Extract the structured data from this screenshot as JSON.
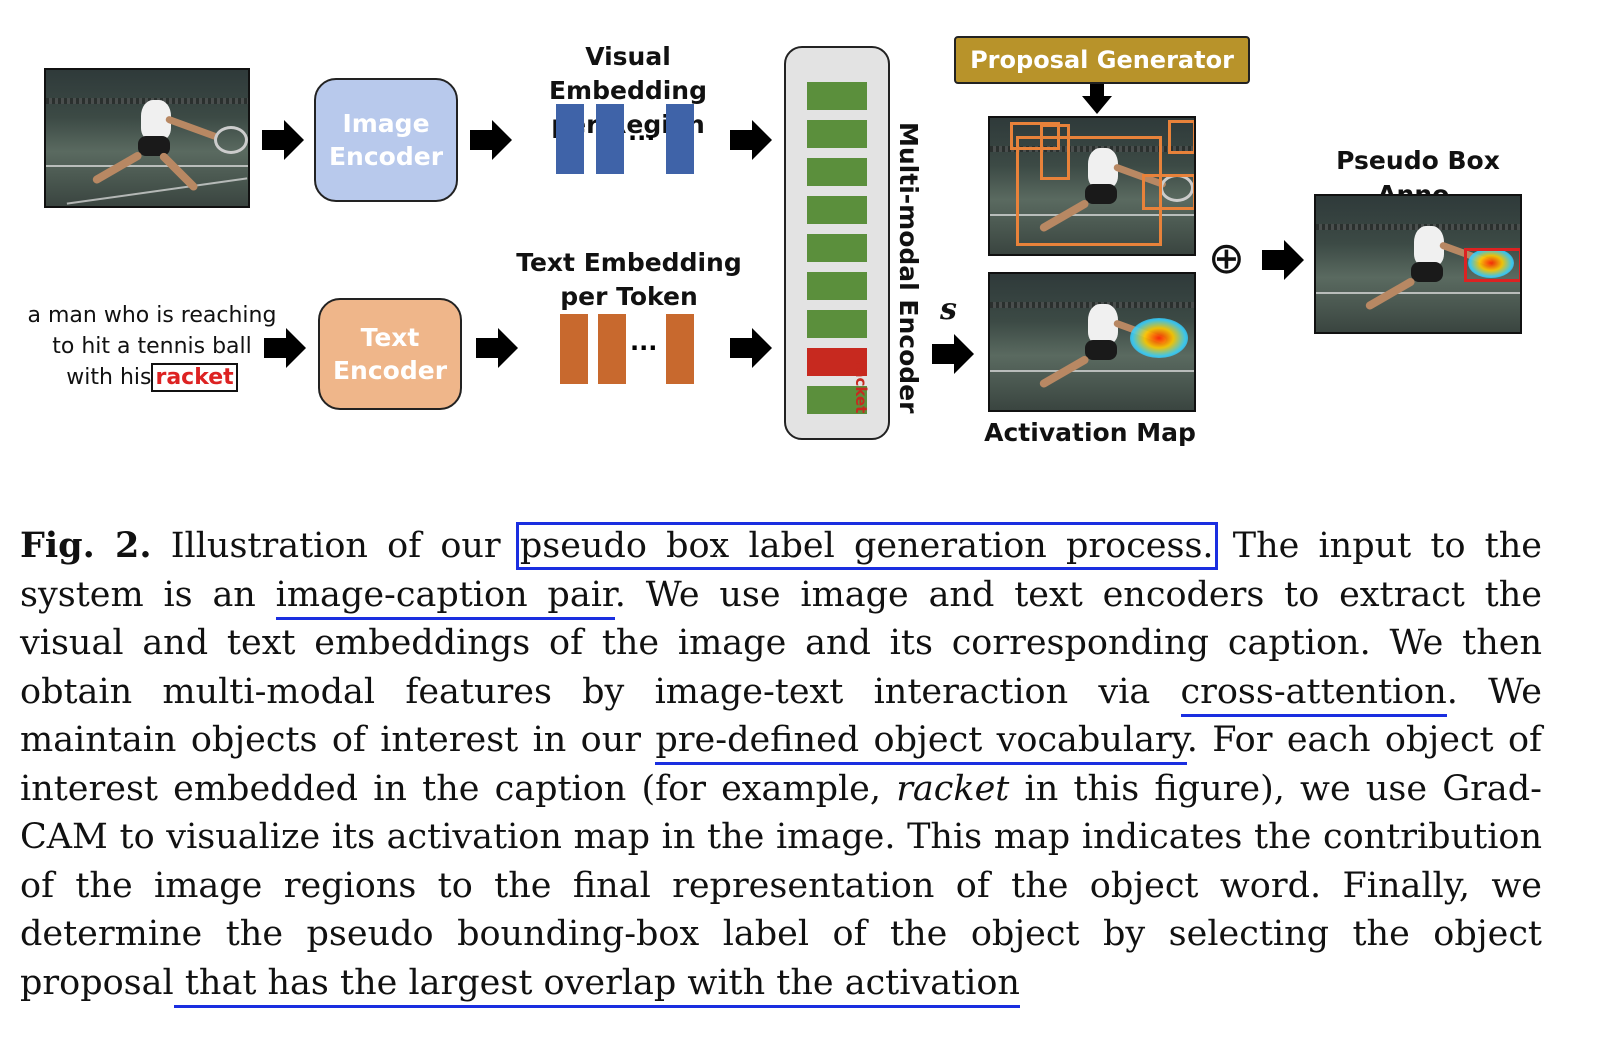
{
  "diagram": {
    "image_encoder": "Image\nEncoder",
    "text_encoder": "Text\nEncoder",
    "visual_embedding_label": "Visual Embedding\nper Region",
    "text_embedding_label": "Text Embedding\nper Token",
    "ellipsis": "...",
    "multimodal_encoder": "Multi-modal Encoder",
    "racket_vertical": "racket",
    "proposal_generator": "Proposal Generator",
    "s_symbol": "s",
    "activation_map": "Activation Map",
    "pseudo_box": "Pseudo Box Anno.",
    "oplus": "⊕",
    "caption_text_line1": "a man who is reaching",
    "caption_text_line2": "to hit a tennis ball",
    "caption_text_line3_prefix": "with his",
    "caption_text_line3_word": "racket",
    "colors": {
      "image_encoder": "#b8c9ec",
      "text_encoder": "#efb68a",
      "visual_bar": "#3f63a8",
      "text_bar": "#c8692e",
      "stack_green": "#5b8f3c",
      "stack_red": "#c7291f",
      "proposal_gen": "#b8932a",
      "proposal_box": "#e8823a"
    }
  },
  "caption": {
    "fig_label": "Fig. 2.",
    "t1": " Illustration of our ",
    "boxed": "pseudo box label generation process.",
    "t2": " The input to the system is an ",
    "u1": "image-caption pair",
    "t3": ". We use image and text encoders to extract the visual and text embeddings of the image and its corresponding caption. We then obtain multi-modal features by image-text interaction via ",
    "u2": "cross-attention",
    "t4": ". We maintain objects of interest in our ",
    "u3": "pre-defined object vocabulary",
    "t5": ". For each object of interest embedded in the caption (for example, ",
    "italic": "racket",
    "t6": " in this figure), we use Grad-CAM to visualize its activation map in the image. This map indicates the contribution of the image regions to the final representation of the object word. Finally, we determine the pseudo bounding-box label of the object by selecting the object proposal",
    "u4": " that has the largest overlap with the activation"
  }
}
